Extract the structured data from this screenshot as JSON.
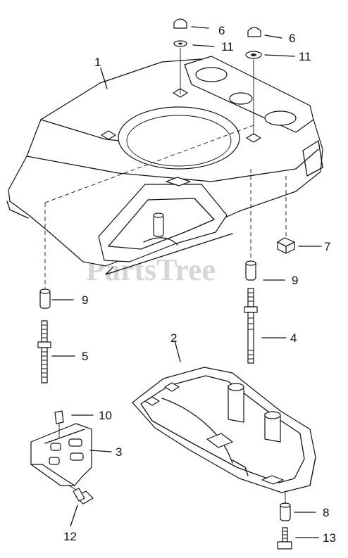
{
  "watermark": {
    "text": "PartsTree",
    "trademark": "™"
  },
  "callouts": [
    {
      "id": "c1",
      "number": "1"
    },
    {
      "id": "c2",
      "number": "2"
    },
    {
      "id": "c3",
      "number": "3"
    },
    {
      "id": "c4",
      "number": "4"
    },
    {
      "id": "c5",
      "number": "5"
    },
    {
      "id": "c6a",
      "number": "6"
    },
    {
      "id": "c6b",
      "number": "6"
    },
    {
      "id": "c7",
      "number": "7"
    },
    {
      "id": "c8",
      "number": "8"
    },
    {
      "id": "c9a",
      "number": "9"
    },
    {
      "id": "c9b",
      "number": "9"
    },
    {
      "id": "c10",
      "number": "10"
    },
    {
      "id": "c11a",
      "number": "11"
    },
    {
      "id": "c11b",
      "number": "11"
    },
    {
      "id": "c12",
      "number": "12"
    },
    {
      "id": "c13",
      "number": "13"
    }
  ]
}
